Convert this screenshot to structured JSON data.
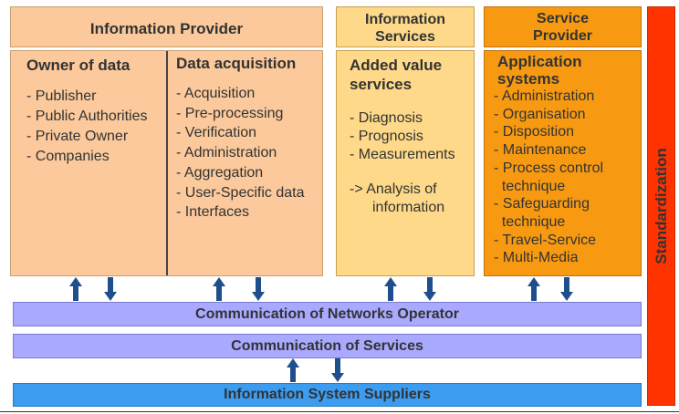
{
  "colors": {
    "provider_fill": "#fbc99b",
    "provider_border": "#c8a070",
    "services_fill": "#fdd989",
    "services_border": "#c8a050",
    "service_provider_fill": "#f79a12",
    "service_provider_border": "#c07010",
    "network_bar": "#a9a9ff",
    "suppliers_bar": "#3b9cf0",
    "standardization_bar": "#ff3300",
    "arrow": "#1f4e8c"
  },
  "information_provider": {
    "title": "Information Provider",
    "owner": {
      "title": "Owner of data",
      "items": [
        "- Publisher",
        "- Public Authorities",
        "- Private Owner",
        "- Companies"
      ]
    },
    "acquisition": {
      "title": "Data acquisition",
      "items": [
        "- Acquisition",
        "- Pre-processing",
        "- Verification",
        "- Administration",
        "- Aggregation",
        "- User-Specific data",
        "- Interfaces"
      ]
    }
  },
  "information_services": {
    "title_line1": "Information",
    "title_line2": "Services",
    "sub_line1": "Added value",
    "sub_line2": "services",
    "items": [
      "- Diagnosis",
      "- Prognosis",
      "- Measurements"
    ],
    "analysis_line1": "-> Analysis of",
    "analysis_line2": "information"
  },
  "service_provider": {
    "title_line1": "Service",
    "title_line2": "Provider",
    "sub_line1": "Application",
    "sub_line2": "systems",
    "items": [
      "- Administration",
      "- Organisation",
      "- Disposition",
      "- Maintenance",
      "- Process control",
      "  technique",
      "- Safeguarding",
      "  technique",
      "- Travel-Service",
      "- Multi-Media"
    ]
  },
  "bars": {
    "network": "Communication of Networks Operator",
    "services": "Communication of Services",
    "suppliers": "Information System Suppliers",
    "standardization": "Standardization"
  }
}
